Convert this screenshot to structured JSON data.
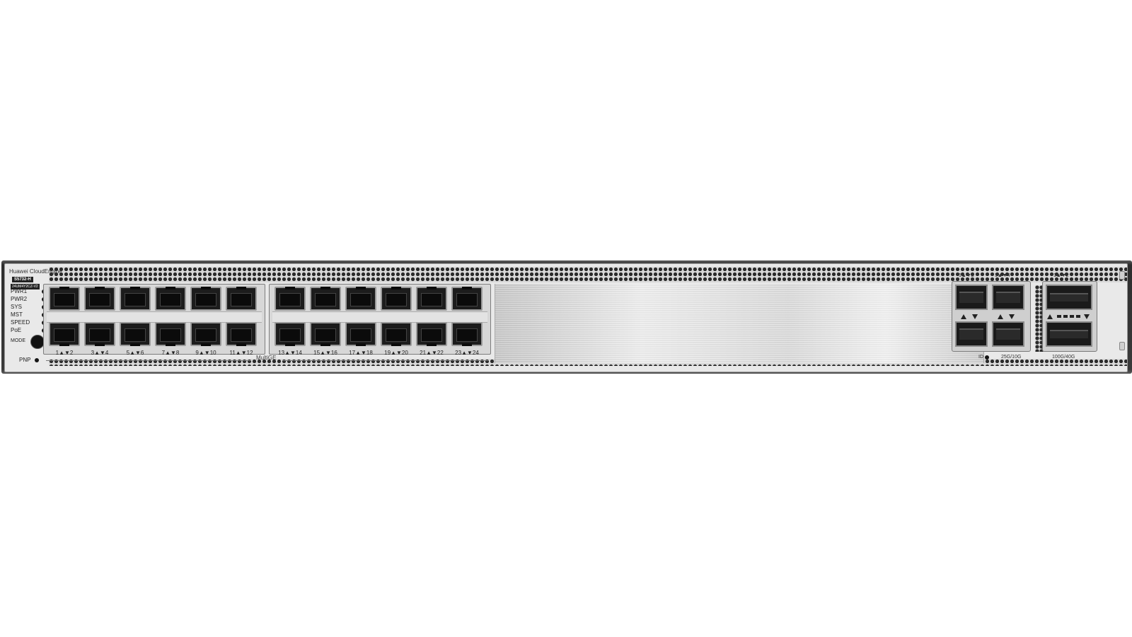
{
  "device": {
    "brand_line": "Huawei  CloudEngine",
    "model": "S5732-H",
    "serial": "24UM4Y2CZ-V2"
  },
  "status_leds": [
    {
      "label": "PWR1"
    },
    {
      "label": "PWR2"
    },
    {
      "label": "SYS"
    },
    {
      "label": "MST"
    },
    {
      "label": "SPEED"
    },
    {
      "label": "PoE"
    }
  ],
  "mode_label": "MODE",
  "pnp_label": "PNP",
  "rj45": {
    "group_label": "MultiGE",
    "port_pairs": [
      "1▲▼2",
      "3▲▼4",
      "5▲▼6",
      "7▲▼8",
      "9▲▼10",
      "11▲▼12",
      "13▲▼14",
      "15▲▼16",
      "17▲▼18",
      "19▲▼20",
      "21▲▼22",
      "23▲▼24"
    ]
  },
  "sfp": {
    "top_pairs": [
      "1▲▼2",
      "3▲▼4"
    ],
    "speed_label": "25G/10G",
    "id_label": "ID"
  },
  "qsfp": {
    "top_pair": "1▲▼2",
    "speed_label": "100G/40G"
  }
}
